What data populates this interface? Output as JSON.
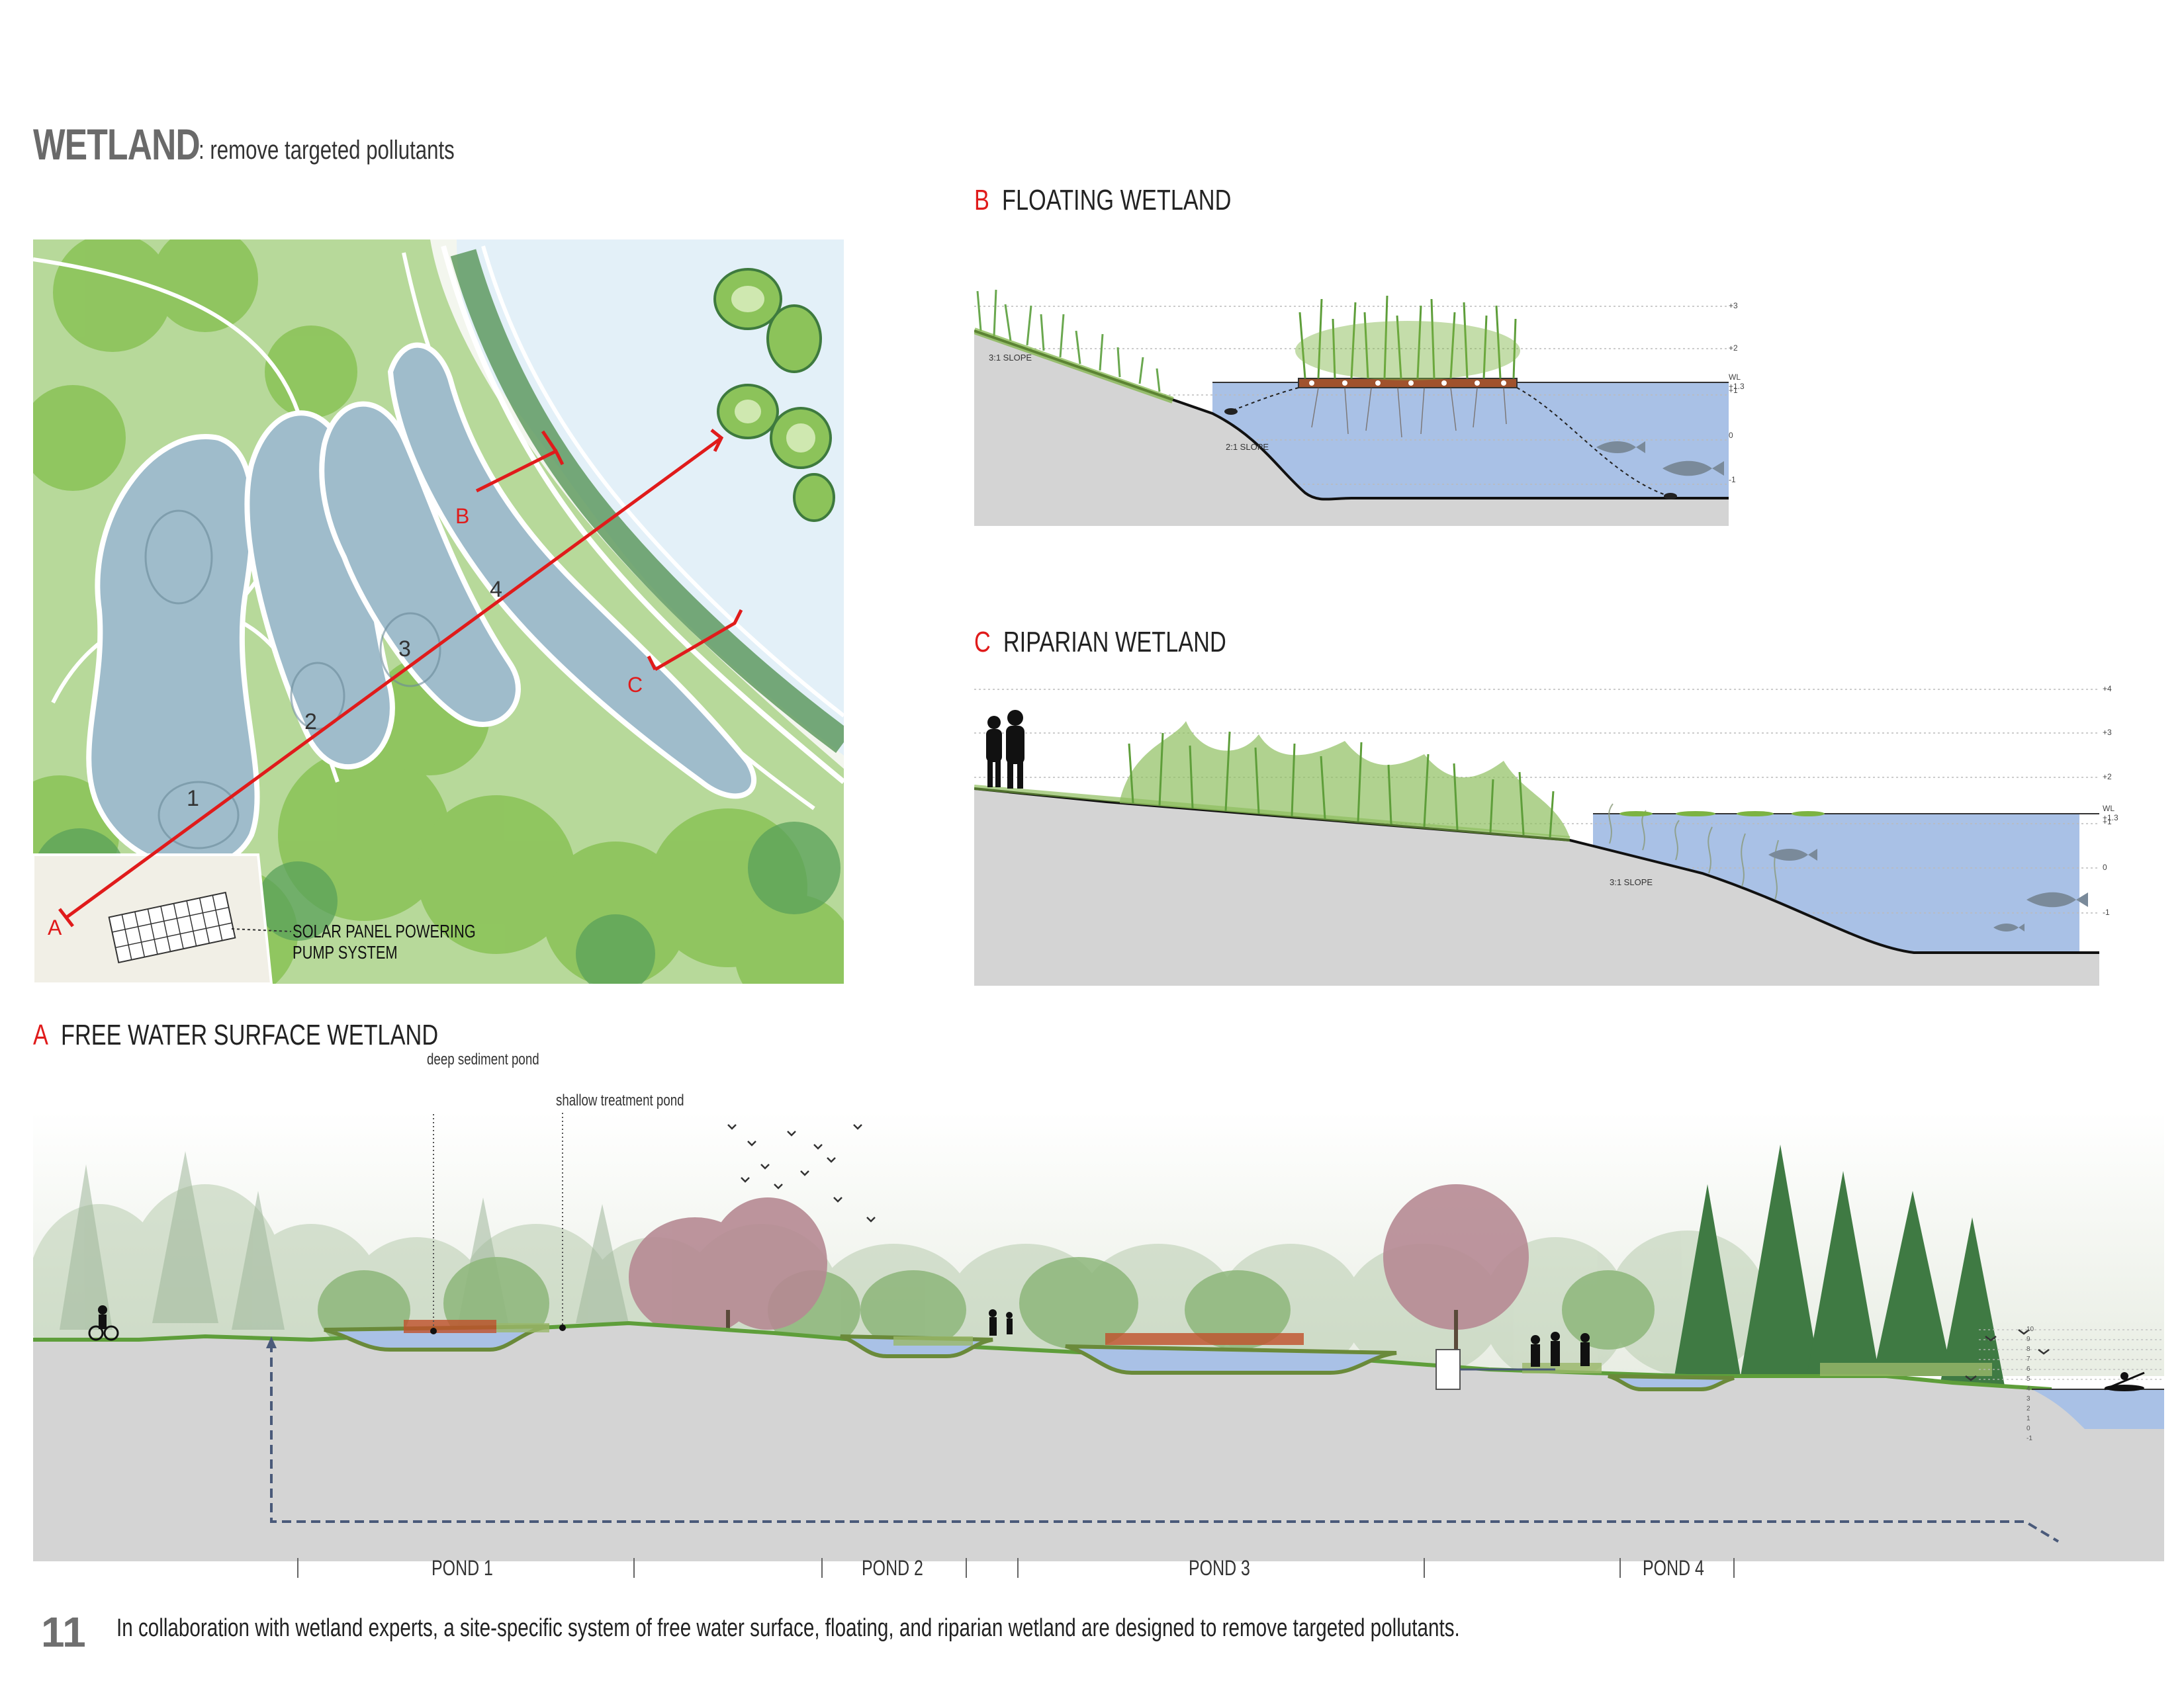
{
  "header": {
    "title_bold": "WETLAND",
    "title_rest": ": remove targeted pollutants"
  },
  "plan": {
    "pond_numbers": [
      "1",
      "2",
      "3",
      "4"
    ],
    "section_markers": {
      "a": "A",
      "b": "B",
      "c": "C"
    },
    "solar_label_line1": "SOLAR PANEL POWERING",
    "solar_label_line2": "PUMP SYSTEM"
  },
  "section_b": {
    "letter": "B",
    "title": "FLOATING WETLAND",
    "slope_top": "3:1 SLOPE",
    "slope_bottom": "2:1 SLOPE",
    "levels": [
      "+3",
      "+2",
      "WL +1.3",
      "+1",
      "0",
      "-1"
    ]
  },
  "section_c": {
    "letter": "C",
    "title": "RIPARIAN WETLAND",
    "slope": "3:1 SLOPE",
    "levels": [
      "+4",
      "+3",
      "+2",
      "WL +1.3",
      "+1",
      "0",
      "-1"
    ]
  },
  "section_a": {
    "letter": "A",
    "title": "FREE WATER SURFACE WETLAND",
    "annotation_deep": "deep sediment pond",
    "annotation_shallow": "shallow treatment pond",
    "ponds": [
      "POND 1",
      "POND 2",
      "POND 3",
      "POND 4"
    ],
    "levels": [
      "10",
      "9",
      "8",
      "7",
      "6",
      "5",
      "4",
      "3",
      "2",
      "1",
      "0",
      "-1"
    ]
  },
  "footer": {
    "page_number": "11",
    "caption": "In collaboration with wetland experts, a site-specific system of free water surface, floating, and riparian wetland are designed to remove targeted pollutants."
  },
  "colors": {
    "accent_red": "#e01b1b",
    "water_blue": "#a9c1e6",
    "ground_grey": "#d4d4d4",
    "vegetation_green": "#8cc35a",
    "title_grey": "#6a6a6a"
  }
}
